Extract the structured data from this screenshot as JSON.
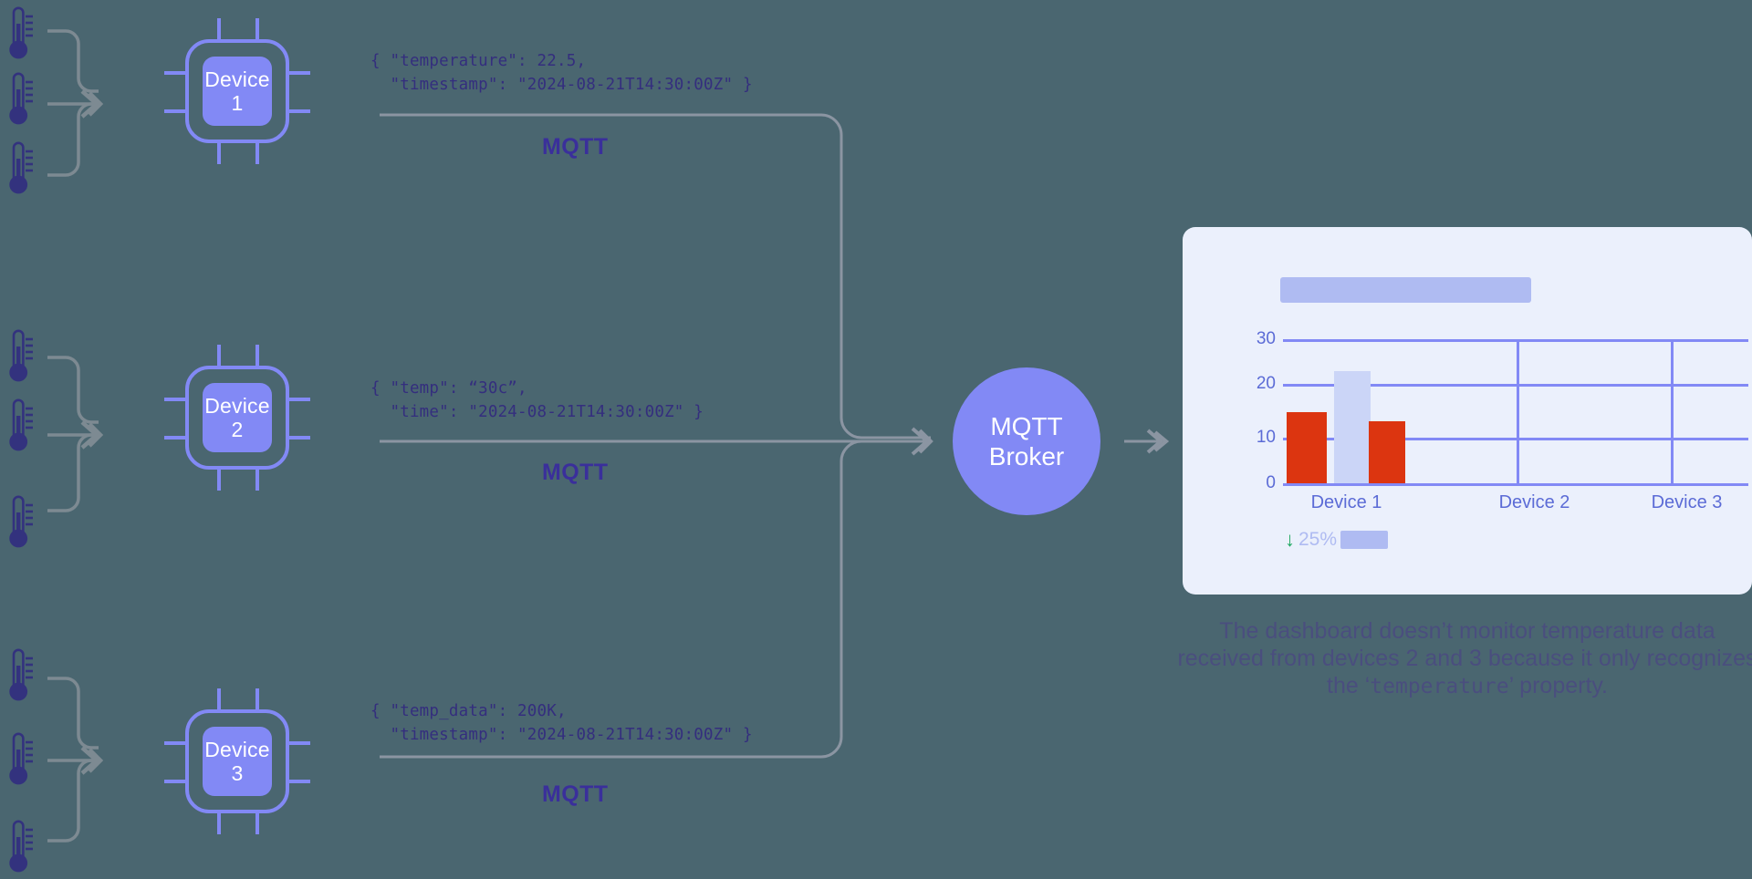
{
  "theme": {
    "background": "#4A6670",
    "accent_periwinkle": "#8289F5",
    "accent_light": "#AFBBF2",
    "card_background": "#EBF0FC",
    "text_indigo": "#342E7E",
    "bar_red": "#DC3510",
    "bar_lavender": "#CBD5F7",
    "line_gray": "#7D8A92",
    "delta_green": "#1DA860"
  },
  "devices": [
    {
      "id": "device-1",
      "label_line1": "Device",
      "label_line2": "1",
      "payload_line1": "{ \"temperature\": 22.5,",
      "payload_line2": "  \"timestamp\": \"2024-08-21T14:30:00Z\" }",
      "protocol_label": "MQTT",
      "sensor_icon": "thermometer-icon",
      "sensor_count": 3
    },
    {
      "id": "device-2",
      "label_line1": "Device",
      "label_line2": "2",
      "payload_line1": "{ \"temp\": “30c”,",
      "payload_line2": "  \"time\": \"2024-08-21T14:30:00Z\" }",
      "protocol_label": "MQTT",
      "sensor_icon": "thermometer-icon",
      "sensor_count": 3
    },
    {
      "id": "device-3",
      "label_line1": "Device",
      "label_line2": "3",
      "payload_line1": "{ \"temp_data\": 200K,",
      "payload_line2": "  \"timestamp\": \"2024-08-21T14:30:00Z\" }",
      "protocol_label": "MQTT",
      "sensor_icon": "thermometer-icon",
      "sensor_count": 3
    }
  ],
  "broker": {
    "label_line1": "MQTT",
    "label_line2": "Broker"
  },
  "dashboard": {
    "delta_arrow": "↓",
    "delta_value": "25%",
    "caption_part1": "The dashboard doesn’t monitor temperature data received from devices 2 and 3 because it only recognizes the ‘",
    "caption_mono": "temperature",
    "caption_part2": "’ property."
  },
  "chart_data": {
    "type": "bar",
    "title": "",
    "xlabel": "",
    "ylabel": "",
    "categories": [
      "Device 1",
      "Device 2",
      "Device 3"
    ],
    "yticks": [
      "0",
      "10",
      "20",
      "30"
    ],
    "ylim": [
      0,
      33
    ],
    "grid": true,
    "legend_position": "none",
    "series": [
      {
        "name": "series-a",
        "color": "#DC3510",
        "values": [
          16,
          null,
          null
        ]
      },
      {
        "name": "series-b",
        "color": "#CBD5F7",
        "values": [
          21,
          null,
          null
        ]
      },
      {
        "name": "series-c",
        "color": "#DC3510",
        "values": [
          13.5,
          null,
          null
        ]
      }
    ],
    "note": "Only Device 1 has plotted bars; Device 2 and Device 3 columns are empty."
  }
}
